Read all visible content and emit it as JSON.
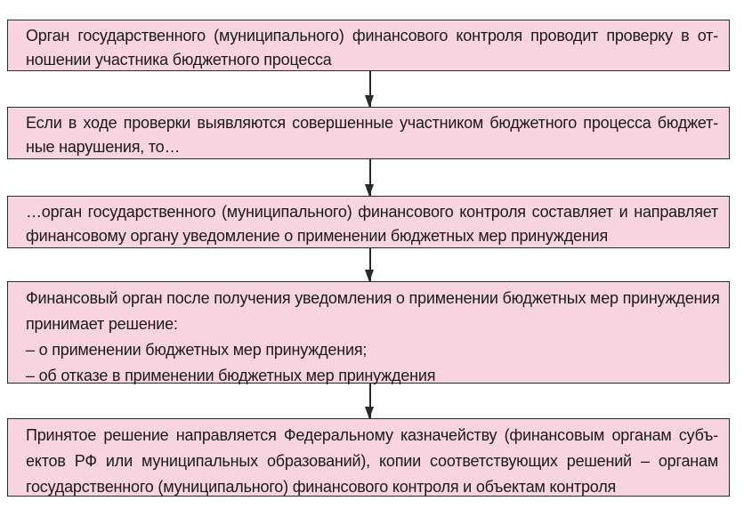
{
  "colors": {
    "box_fill": "#f8d3e0",
    "border": "#2a2a2a"
  },
  "steps": [
    {
      "lines": [
        "Орган государственного (муниципального) финансового контроля проводит проверку в от-",
        "ношении участника бюджетного процесса"
      ]
    },
    {
      "lines": [
        "Если в ходе проверки выявляются совершенные участником бюджетного процесса бюджет-",
        "ные нарушения, то…"
      ]
    },
    {
      "lines": [
        "…орган государственного (муниципального) финансового контроля составляет и направляет",
        "финансовому органу уведомление о применении бюджетных мер принуждения"
      ]
    },
    {
      "lines": [
        "Финансовый орган после получения уведомления о применении бюджетных мер принуждения",
        "принимает решение:",
        "–  о применении бюджетных мер принуждения;",
        "–  об отказе в применении бюджетных мер принуждения"
      ]
    },
    {
      "lines": [
        "Принятое решение направляется Федеральному казначейству (финансовым органам субъ-",
        "ектов РФ или муниципальных образований), копии соответствующих решений – органам",
        "государственного (муниципального) финансового контроля и объектам контроля"
      ]
    }
  ]
}
